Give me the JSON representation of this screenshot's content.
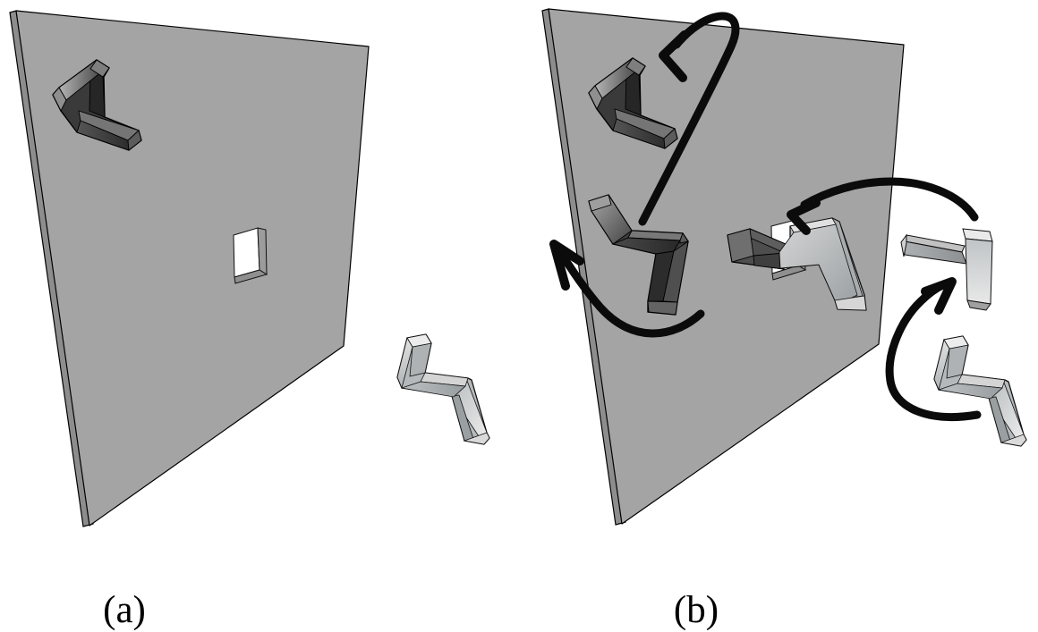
{
  "figure": {
    "type": "3d-illustration-two-panels",
    "caption_labels": {
      "a": "(a)",
      "b": "(b)"
    },
    "panels": [
      {
        "id": "a",
        "label": "(a)",
        "elements": [
          "gray-wall-with-rectangular-hole",
          "dark-z-block-docked-upper-left-of-wall",
          "light-z-block-free-at-lower-right"
        ]
      },
      {
        "id": "b",
        "label": "(b)",
        "elements": [
          "gray-wall-with-rectangular-hole",
          "dark-z-block-docked-upper-left-of-wall",
          "dark-z-block-rotating-mid-left",
          "z-block-passing-through-hole",
          "light-z-block-beside-wall-right",
          "light-z-block-start-lower-right",
          "curved-motion-arrow-over-wall",
          "curved-motion-arrow-left-of-wall",
          "curved-motion-arrow-into-hole",
          "curved-motion-arrow-lower-right"
        ]
      }
    ],
    "arrows": [
      {
        "name": "arrow-loop-over-top",
        "meaning": "rotate block into docked pose at upper-left"
      },
      {
        "name": "arrow-sweep-left-edge",
        "meaning": "swing block around left of wall"
      },
      {
        "name": "arrow-right-to-hole",
        "meaning": "move block leftward through hole"
      },
      {
        "name": "arrow-lift-rotate-right",
        "meaning": "rotate start block upward"
      }
    ],
    "colors": {
      "background": "#ffffff",
      "wall_face": "#a4a4a4",
      "wall_side": "#8d8d8d",
      "hole_white": "#ffffff",
      "hole_lip": "#8f8f8f",
      "dark_block": "#3a3a3a",
      "light_block": "#c3c7c9",
      "arrow": "#0b0b0b",
      "outline": "#000000"
    }
  }
}
